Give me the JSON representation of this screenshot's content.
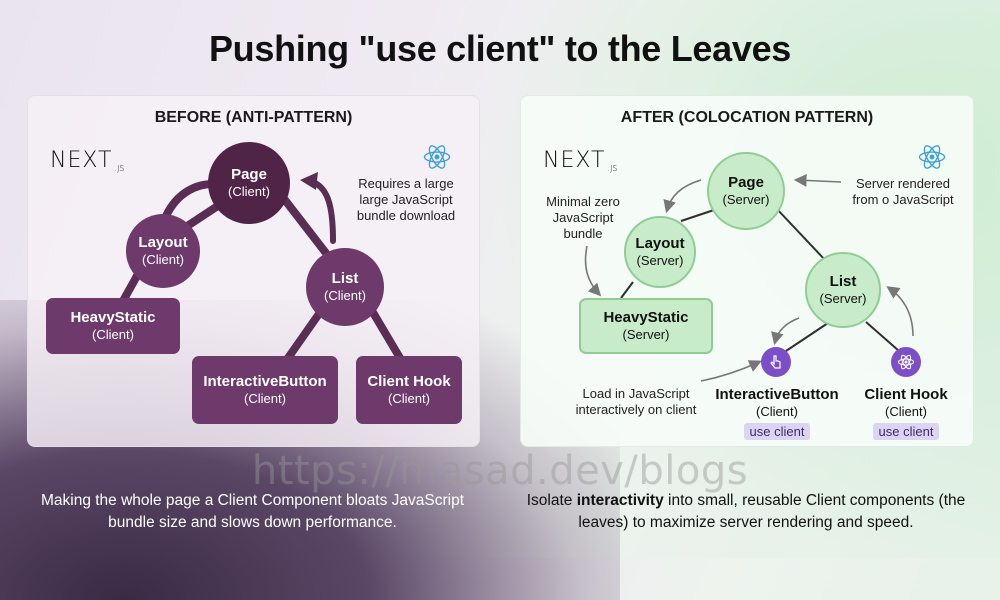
{
  "title": "Pushing \"use client\" to the Leaves",
  "watermark": "https://masad.dev/blogs",
  "logo": {
    "main": "NEXT",
    "suffix": ".JS"
  },
  "before": {
    "title": "BEFORE (ANTI-PATTERN)",
    "nodes": {
      "page": {
        "name": "Page",
        "sub": "(Client)"
      },
      "layout": {
        "name": "Layout",
        "sub": "(Client)"
      },
      "list": {
        "name": "List",
        "sub": "(Client)"
      },
      "heavystatic": {
        "name": "HeavyStatic",
        "sub": "(Client)"
      },
      "interactive": {
        "name": "InteractiveButton",
        "sub": "(Client)"
      },
      "clienthook": {
        "name": "Client Hook",
        "sub": "(Client)"
      }
    },
    "note": "Requires a large large JavaScript bundle download",
    "caption": "Making the whole page a Client Component bloats JavaScript bundle size and slows down performance."
  },
  "after": {
    "title": "AFTER (COLOCATION PATTERN)",
    "nodes": {
      "page": {
        "name": "Page",
        "sub": "(Server)"
      },
      "layout": {
        "name": "Layout",
        "sub": "(Server)"
      },
      "list": {
        "name": "List",
        "sub": "(Server)"
      },
      "heavystatic": {
        "name": "HeavyStatic",
        "sub": "(Server)"
      },
      "interactive": {
        "name": "InteractiveButton",
        "sub": "(Client)",
        "badge": "use client"
      },
      "clienthook": {
        "name": "Client Hook",
        "sub": "(Client)",
        "badge": "use client"
      }
    },
    "notes": {
      "server": "Server rendered from o JavaScript",
      "minimal": "Minimal zero JavaScript bundle",
      "load": "Load in JavaScript interactively on client"
    },
    "caption_pre": "Isolate ",
    "caption_bold": "interactivity",
    "caption_post": " into small, reusable Client components (the leaves) to maximize server rendering and speed."
  },
  "colors": {
    "client_dark": "#6d3a6b",
    "server_light": "#c8ecc9",
    "accent": "#7c4fc9",
    "react": "#3fa0d8"
  }
}
